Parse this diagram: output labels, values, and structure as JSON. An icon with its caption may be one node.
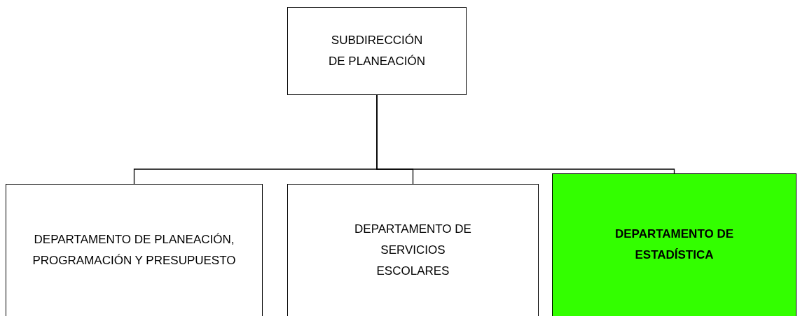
{
  "diagram": {
    "nodes": [
      {
        "text": [
          "SUBDIRECCIÓN DE PLANEACIÓN"
        ]
      },
      {
        "text": [
          "DEPARTAMENTO DE PLANEACIÓN, PROGRAMACIÓN Y PRESUPUESTO"
        ]
      },
      {
        "text": [
          "DEPARTAMENTO DE SERVICIOS ESCOLARES"
        ]
      },
      {
        "text": [
          "DEPARTAMENTO DE ESTADÍSTICA"
        ]
      }
    ],
    "edges": [
      {
        "from": 0,
        "to": 1,
        "arrow": "none"
      },
      {
        "from": 0,
        "to": 2,
        "arrow": "none"
      },
      {
        "from": 0,
        "to": 3,
        "arrow": "none"
      }
    ]
  }
}
